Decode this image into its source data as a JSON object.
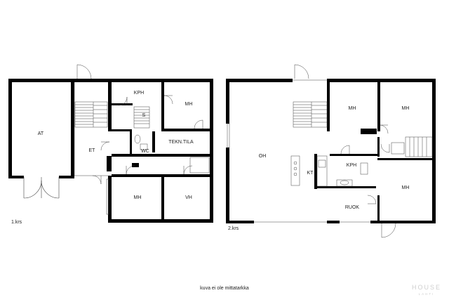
{
  "floor1": {
    "floor_label": "1.krs",
    "rooms": {
      "at": "AT",
      "et": "ET",
      "kph": "KPH",
      "s": "S",
      "mh_top": "MH",
      "wc": "WC",
      "tekn": "TEKN.TILA",
      "mh_bottom": "MH",
      "vh": "VH"
    }
  },
  "floor2": {
    "floor_label": "2.krs",
    "rooms": {
      "oh": "OH",
      "kt": "KT",
      "kph": "KPH",
      "ruok": "RUOK",
      "mh_1": "MH",
      "mh_2": "MH",
      "mh_3": "MH"
    }
  },
  "footer": {
    "note": "kuva ei ole mittatarkka"
  },
  "logo": {
    "main": "HOUSE",
    "sub": "LAHTI"
  },
  "colors": {
    "wall": "#000000",
    "thin_line": "#444444",
    "logo": "#cfcfcf"
  }
}
